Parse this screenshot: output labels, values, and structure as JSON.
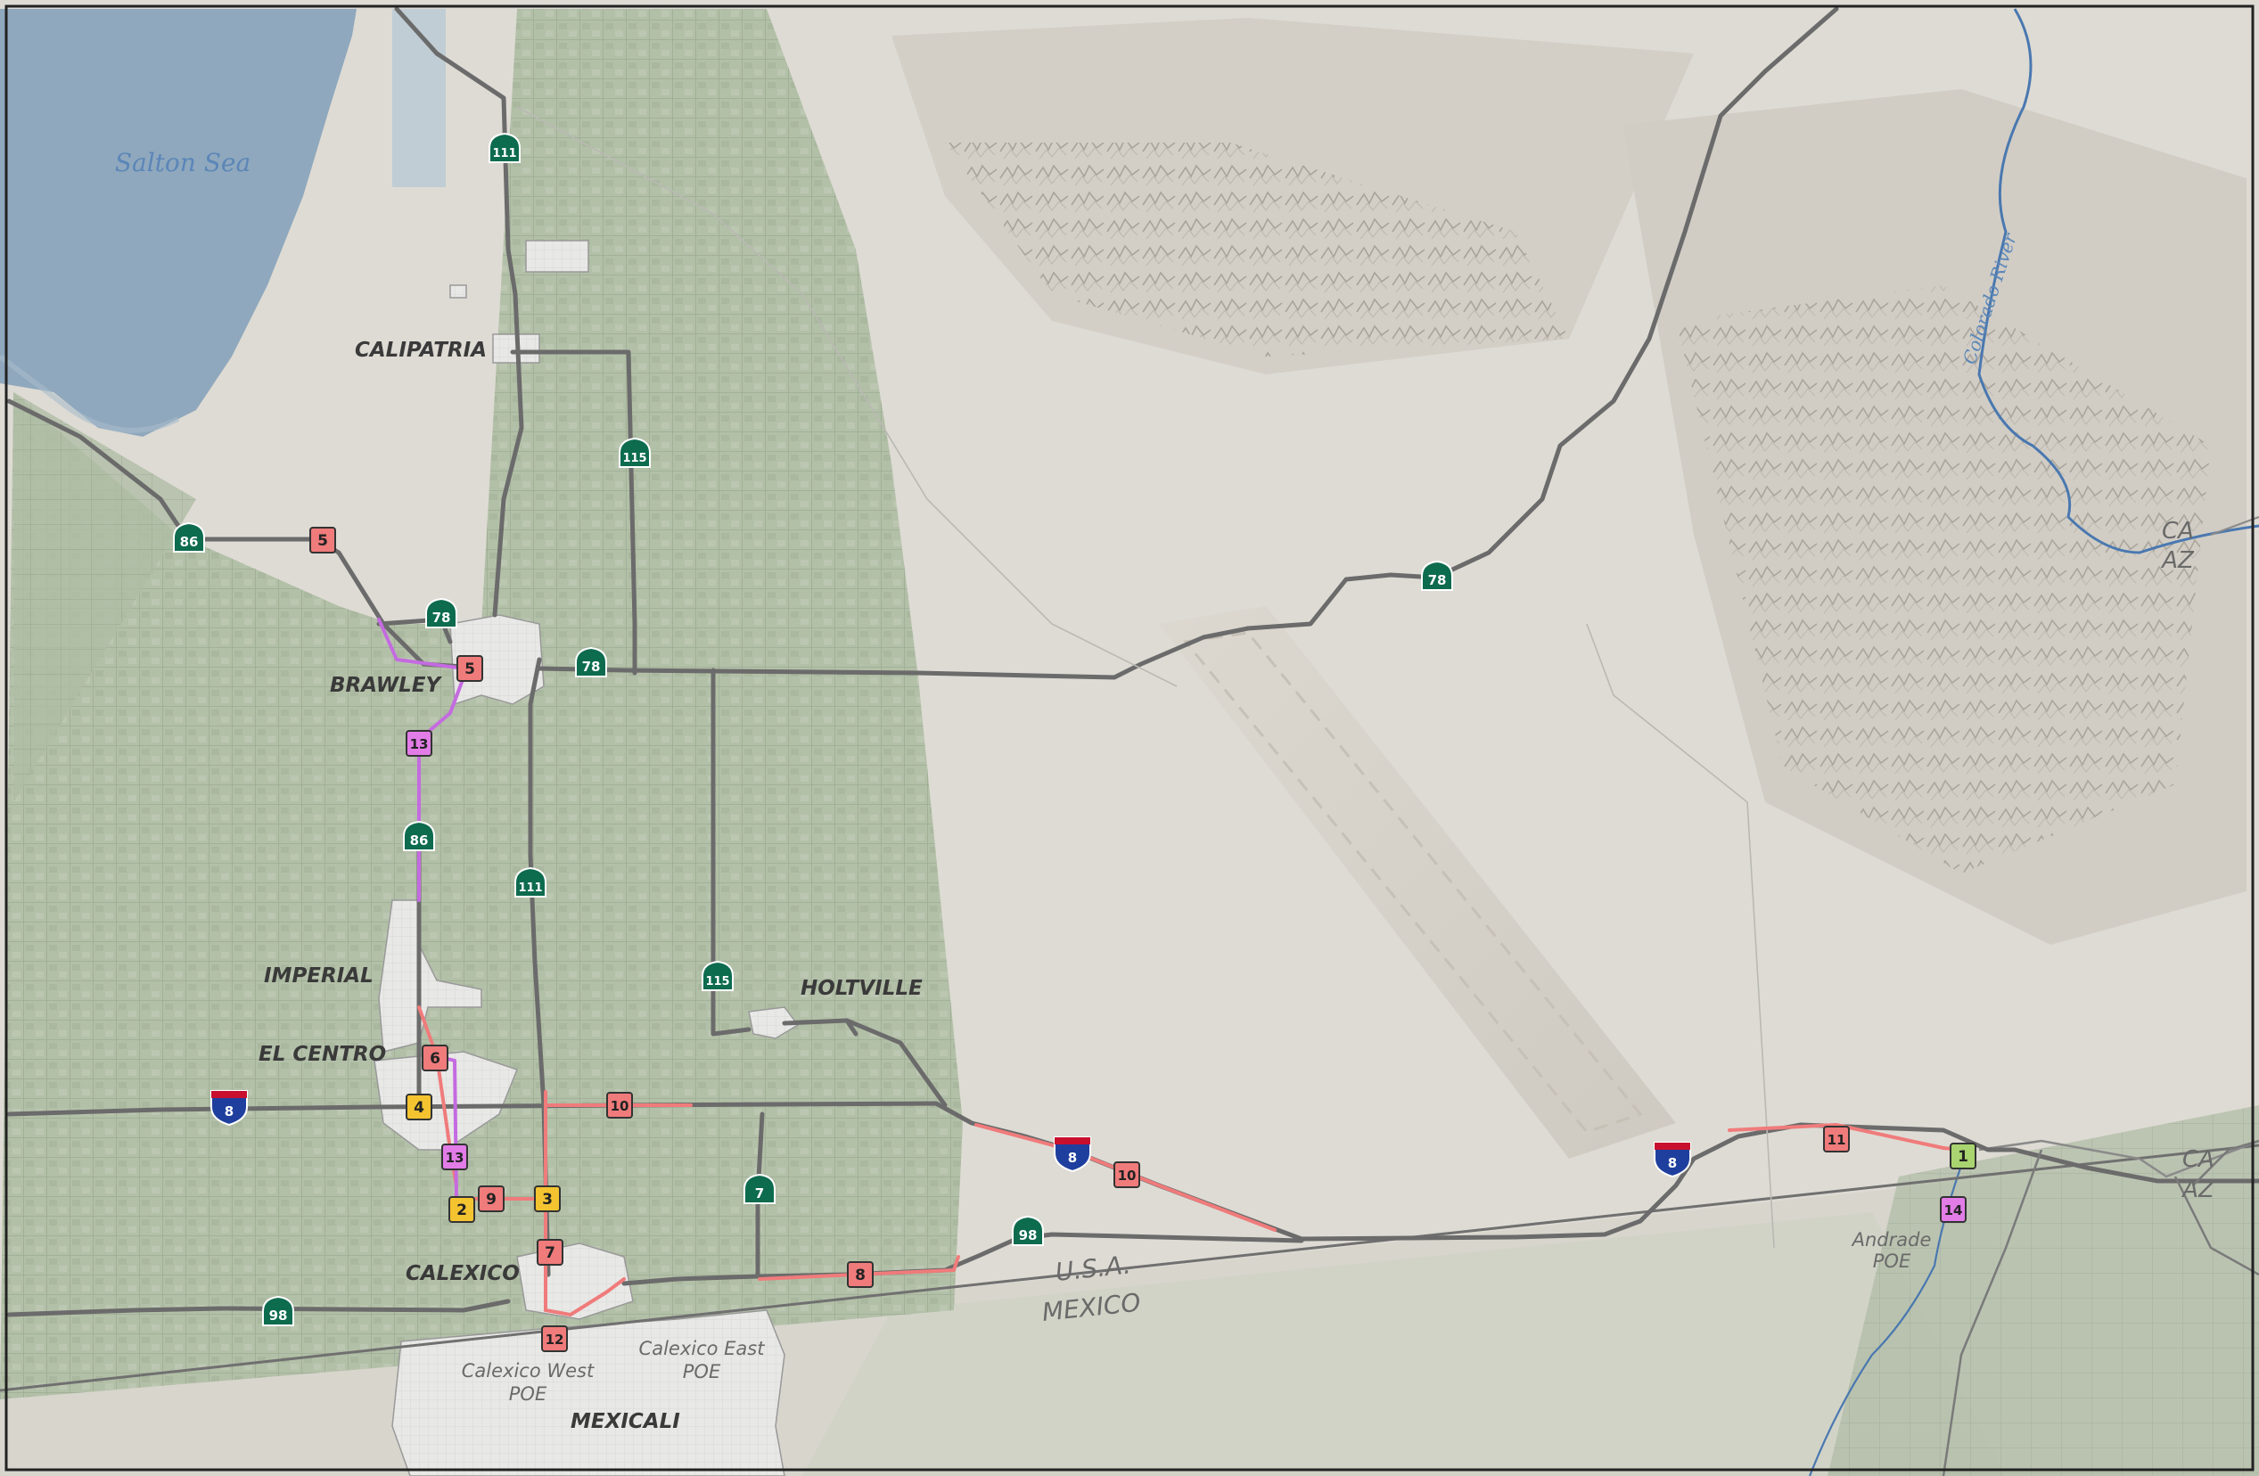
{
  "water_labels": {
    "salton_sea": "Salton Sea",
    "colorado_river": "Colorado River"
  },
  "cities": {
    "calipatria": "CALIPATRIA",
    "brawley": "BRAWLEY",
    "imperial": "IMPERIAL",
    "el_centro": "EL CENTRO",
    "holtville": "HOLTVILLE",
    "calexico": "CALEXICO",
    "mexicali": "MEXICALI"
  },
  "ports_of_entry": {
    "calexico_west": [
      "Calexico West",
      "POE"
    ],
    "calexico_east": [
      "Calexico East",
      "POE"
    ],
    "andrade": [
      "Andrade",
      "POE"
    ]
  },
  "border_labels": {
    "usa": "U.S.A.",
    "mexico": "MEXICO",
    "ca_az_1": [
      "CA",
      "AZ"
    ],
    "ca_az_2": [
      "CA",
      "AZ"
    ]
  },
  "route_shields": {
    "r111_top": "111",
    "r115": "115",
    "r86_west": "86",
    "r78_west": "78",
    "r78_mid": "78",
    "r78_east": "78",
    "r86_south": "86",
    "r111_mid": "111",
    "r115_south": "115",
    "r7": "7",
    "r98_west": "98",
    "r98_east": "98"
  },
  "interstate_shields": {
    "i8_west": "8",
    "i8_mid": "8",
    "i8_east": "8"
  },
  "project_markers": [
    {
      "id": "p5a",
      "label": "5",
      "status": "red"
    },
    {
      "id": "p5b",
      "label": "5",
      "status": "red"
    },
    {
      "id": "p13a",
      "label": "13",
      "status": "purple"
    },
    {
      "id": "p6",
      "label": "6",
      "status": "red"
    },
    {
      "id": "p4",
      "label": "4",
      "status": "yellow"
    },
    {
      "id": "p10a",
      "label": "10",
      "status": "red"
    },
    {
      "id": "p13b",
      "label": "13",
      "status": "purple"
    },
    {
      "id": "p2",
      "label": "2",
      "status": "yellow"
    },
    {
      "id": "p9",
      "label": "9",
      "status": "red"
    },
    {
      "id": "p3",
      "label": "3",
      "status": "yellow"
    },
    {
      "id": "p7",
      "label": "7",
      "status": "red"
    },
    {
      "id": "p12",
      "label": "12",
      "status": "red"
    },
    {
      "id": "p8",
      "label": "8",
      "status": "red"
    },
    {
      "id": "p10b",
      "label": "10",
      "status": "red"
    },
    {
      "id": "p11",
      "label": "11",
      "status": "red"
    },
    {
      "id": "p1",
      "label": "1",
      "status": "green"
    },
    {
      "id": "p14",
      "label": "14",
      "status": "purple"
    }
  ],
  "colors": {
    "red": "#f07b7b",
    "purple": "#e27ce6",
    "yellow": "#f4c430",
    "green": "#a9d46f",
    "shield_state": "#0d6b4e",
    "interstate_blue": "#1f3f9e",
    "interstate_red": "#c8102e",
    "road": "#6b6b6b",
    "project_line_red": "#f07b7b",
    "project_line_purple": "#c46be0"
  }
}
